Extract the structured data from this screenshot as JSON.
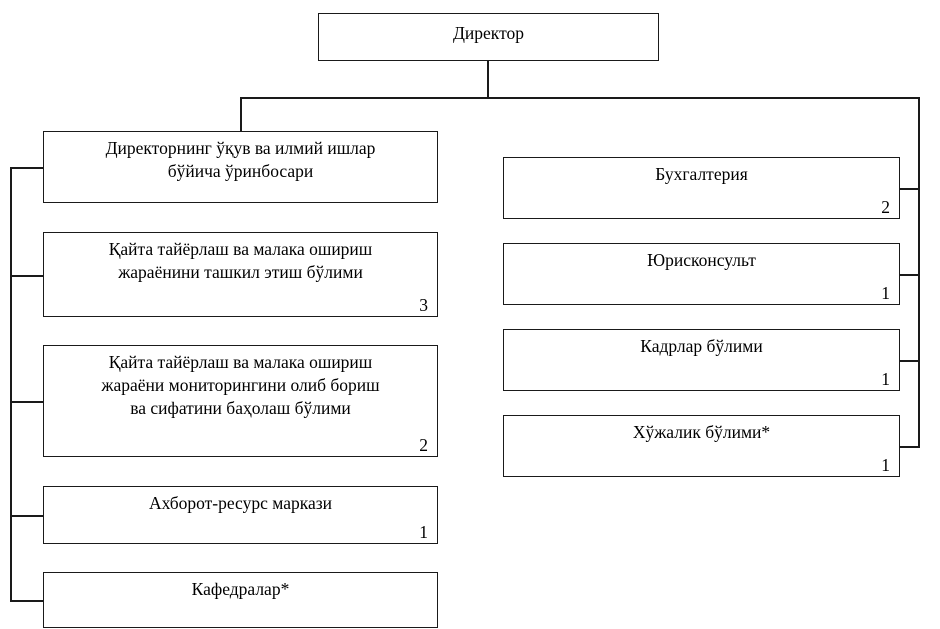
{
  "diagram": {
    "type": "organizational-chart",
    "root": {
      "label": "Директор",
      "count": ""
    },
    "left_branch": [
      {
        "label": "Директорнинг ўқув ва илмий ишлар\nбўйича ўринбосари",
        "count": ""
      },
      {
        "label": "Қайта тайёрлаш ва малака ошириш\nжараёнини ташкил этиш бўлими",
        "count": "3"
      },
      {
        "label": "Қайта тайёрлаш ва малака ошириш\nжараёни мониторингини олиб бориш\nва сифатини баҳолаш бўлими",
        "count": "2"
      },
      {
        "label": "Ахборот-ресурс маркази",
        "count": "1"
      },
      {
        "label": "Кафедралар*",
        "count": ""
      }
    ],
    "right_branch": [
      {
        "label": "Бухгалтерия",
        "count": "2"
      },
      {
        "label": "Юрисконсульт",
        "count": "1"
      },
      {
        "label": "Кадрлар бўлими",
        "count": "1"
      },
      {
        "label": "Хўжалик бўлими*",
        "count": "1"
      }
    ],
    "colors": {
      "line": "#1a1a1a",
      "box_fill": "#ffffff",
      "text": "#000000"
    }
  }
}
